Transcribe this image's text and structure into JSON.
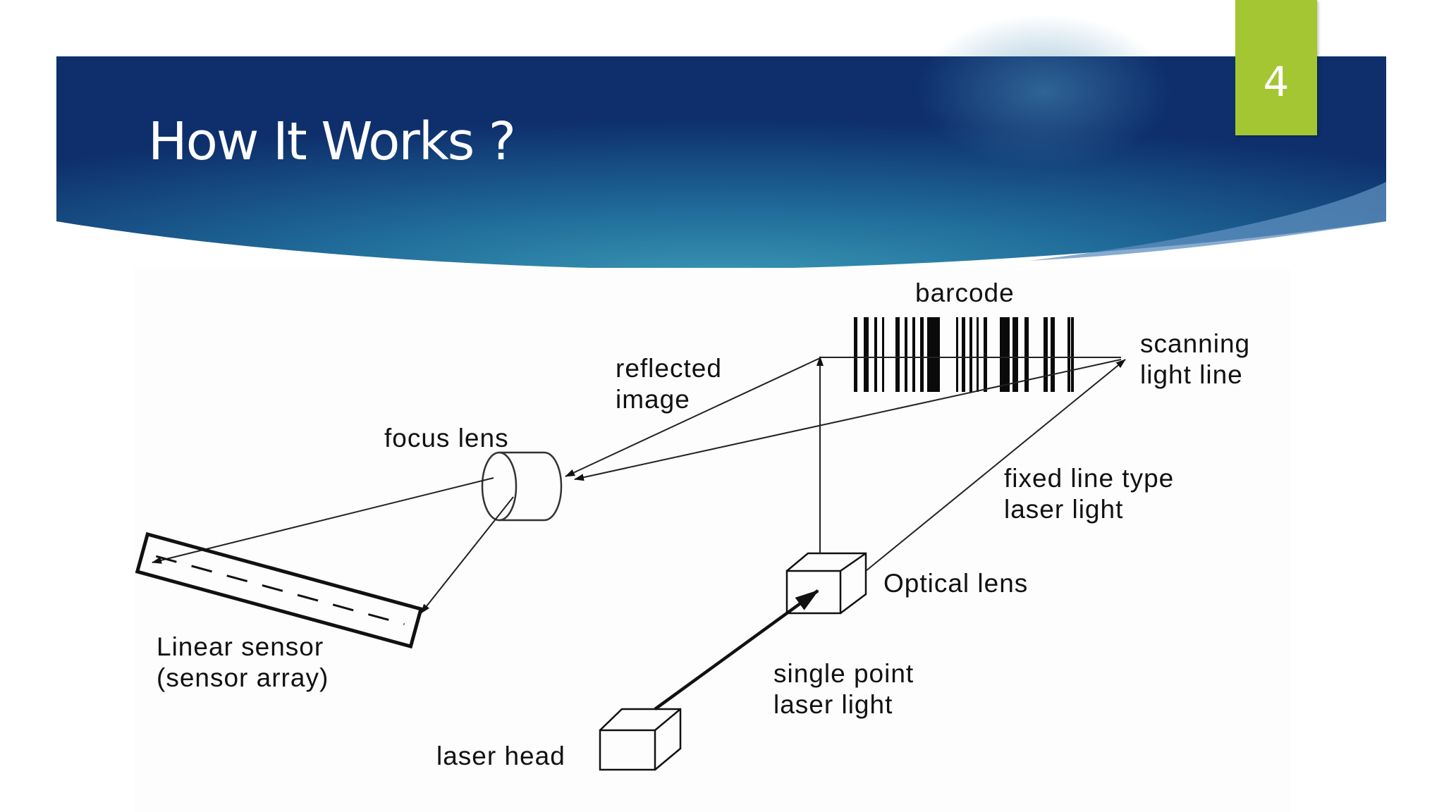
{
  "slide": {
    "title": "How It Works ?",
    "page_number": "4",
    "colors": {
      "banner_dark": "#0e2f6c",
      "banner_mid": "#1f5d92",
      "banner_glow": "#3a97b4",
      "badge": "#a3c632"
    }
  },
  "diagram": {
    "labels": {
      "barcode": "barcode",
      "scanning_light_line": [
        "scanning",
        "light line"
      ],
      "reflected_image": [
        "reflected",
        "image"
      ],
      "focus_lens": "focus lens",
      "fixed_line_type_laser_light": [
        "fixed line type",
        "laser light"
      ],
      "optical_lens": "Optical lens",
      "linear_sensor": [
        "Linear sensor",
        "(sensor array)"
      ],
      "single_point_laser_light": [
        "single point",
        "laser light"
      ],
      "laser_head": "laser head"
    }
  }
}
